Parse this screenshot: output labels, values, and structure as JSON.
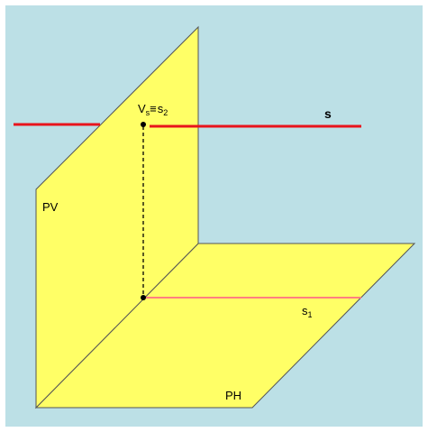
{
  "labels": {
    "vertical_plane": "PV",
    "horizontal_plane": "PH",
    "line": "s",
    "trace_main": "V",
    "trace_sub": "s",
    "equiv": "≡",
    "second_projection_main": "s",
    "second_projection_sub": "2",
    "first_projection_main": "s",
    "first_projection_sub": "1"
  },
  "colors": {
    "background": "#bce0e6",
    "plane_fill": "#ffff66",
    "plane_edge": "#555555",
    "line_s": "#e8141c",
    "line_s1": "#ff7f7f",
    "projector": "#000000"
  }
}
